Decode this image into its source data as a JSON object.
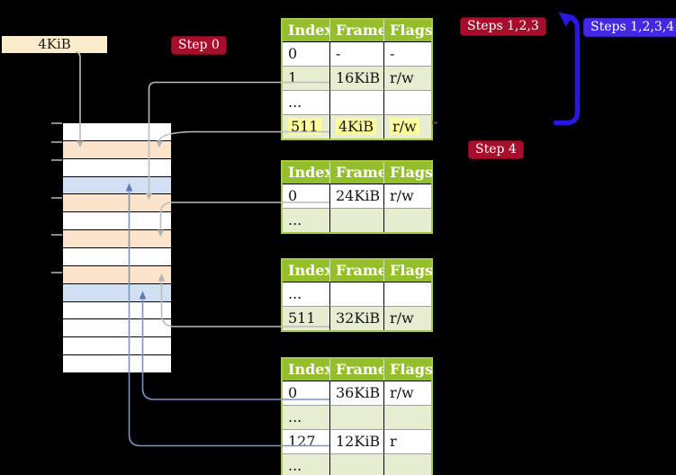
{
  "colors": {
    "background": "#000000",
    "badge_red": "#A60E2B",
    "badge_blue": "#4328E4",
    "arrow_blue": "#2A17DF",
    "table_header_green": "#95BE2B",
    "table_row_green": "#E7EDD0",
    "table_border_green": "#A9C74D",
    "mem_orange": "#FCE4CC",
    "mem_blue": "#D2E0F4",
    "mem_white": "#FFFFFF",
    "label_wheat": "#FBEDCB",
    "highlight_yellow": "#FFFF99",
    "line_gray": "#BCBCBC",
    "line_blue": "#7A93C5"
  },
  "page_size_label": {
    "text": "4KiB"
  },
  "badges": {
    "step0": {
      "label": "Step 0"
    },
    "steps123": {
      "label": "Steps 1,2,3"
    },
    "steps1234": {
      "label": "Steps 1,2,3,4"
    },
    "step4": {
      "label": "Step 4"
    }
  },
  "memory": {
    "rows": [
      "white",
      "orange",
      "white",
      "blue",
      "orange",
      "white",
      "orange",
      "white",
      "orange",
      "blue",
      "white",
      "white",
      "white",
      "white"
    ],
    "tick_row_boundaries": [
      0,
      1,
      2,
      4,
      6,
      8
    ]
  },
  "tables": [
    {
      "id": "table-1",
      "columns": [
        "Index",
        "Frame",
        "Flags"
      ],
      "rows": [
        {
          "cells": [
            "0",
            "-",
            "-"
          ],
          "shaded": false,
          "highlighted": false
        },
        {
          "cells": [
            "1",
            "16KiB",
            "r/w"
          ],
          "shaded": true,
          "highlighted": false
        },
        {
          "cells": [
            "...",
            "",
            ""
          ],
          "shaded": false,
          "highlighted": false
        },
        {
          "cells": [
            "511",
            "4KiB",
            "r/w"
          ],
          "shaded": true,
          "highlighted": true
        }
      ]
    },
    {
      "id": "table-2",
      "columns": [
        "Index",
        "Frame",
        "Flags"
      ],
      "rows": [
        {
          "cells": [
            "0",
            "24KiB",
            "r/w"
          ],
          "shaded": false,
          "highlighted": false
        },
        {
          "cells": [
            "...",
            "",
            ""
          ],
          "shaded": true,
          "highlighted": false
        }
      ]
    },
    {
      "id": "table-3",
      "columns": [
        "Index",
        "Frame",
        "Flags"
      ],
      "rows": [
        {
          "cells": [
            "...",
            "",
            ""
          ],
          "shaded": false,
          "highlighted": false
        },
        {
          "cells": [
            "511",
            "32KiB",
            "r/w"
          ],
          "shaded": true,
          "highlighted": false
        }
      ]
    },
    {
      "id": "table-4",
      "columns": [
        "Index",
        "Frame",
        "Flags"
      ],
      "rows": [
        {
          "cells": [
            "0",
            "36KiB",
            "r/w"
          ],
          "shaded": false,
          "highlighted": false
        },
        {
          "cells": [
            "...",
            "",
            ""
          ],
          "shaded": true,
          "highlighted": false
        },
        {
          "cells": [
            "127",
            "12KiB",
            "r"
          ],
          "shaded": false,
          "highlighted": false
        },
        {
          "cells": [
            "...",
            "",
            ""
          ],
          "shaded": true,
          "highlighted": false
        }
      ]
    }
  ]
}
